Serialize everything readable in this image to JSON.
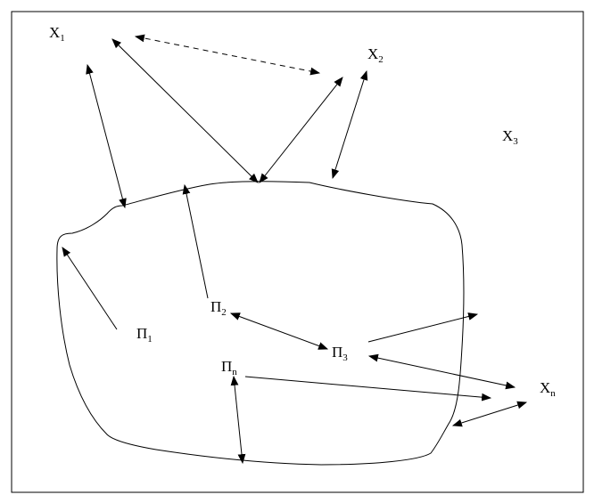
{
  "labels": {
    "x1": {
      "base": "X",
      "sub": "1"
    },
    "x2": {
      "base": "X",
      "sub": "2"
    },
    "x3": {
      "base": "X",
      "sub": "3"
    },
    "xn": {
      "base": "X",
      "sub": "n"
    },
    "p1": {
      "base": "Π",
      "sub": "1"
    },
    "p2": {
      "base": "Π",
      "sub": "2"
    },
    "p3": {
      "base": "Π",
      "sub": "3"
    },
    "pn": {
      "base": "Π",
      "sub": "n"
    }
  },
  "colors": {
    "ink": "#000000",
    "background": "#ffffff"
  }
}
